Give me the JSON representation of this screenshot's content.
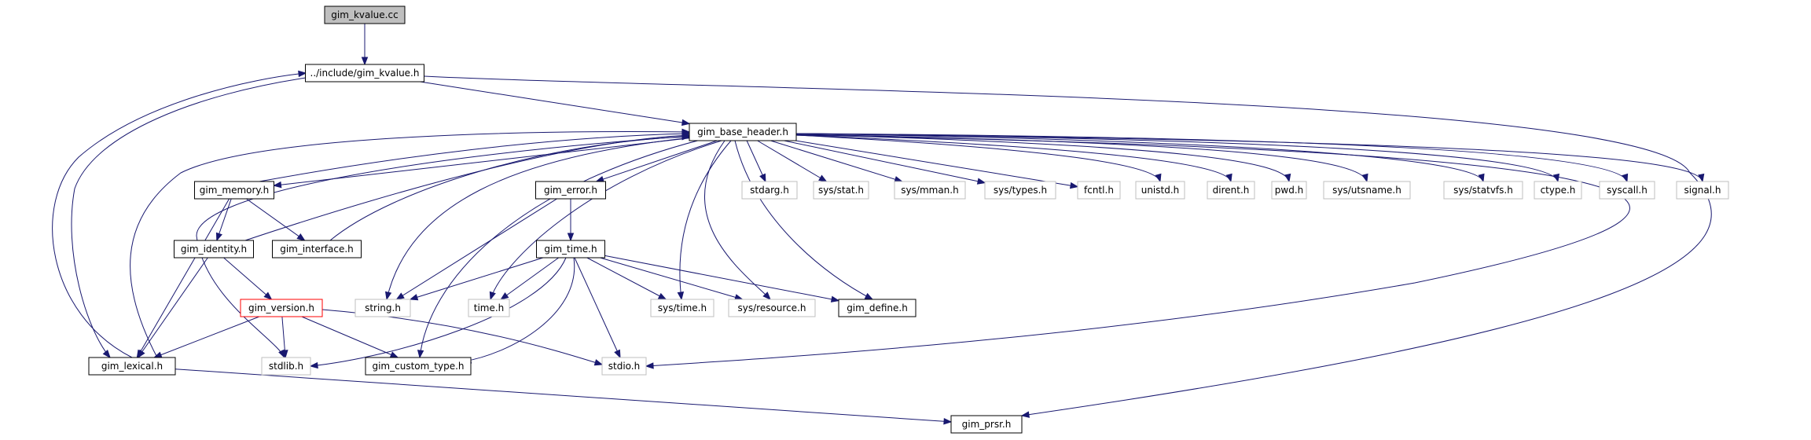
{
  "colors": {
    "root_fill": "#bfbfbf",
    "documented_border": "#000000",
    "external_border": "#bfbfbf",
    "truncated_border": "#ff0000",
    "edge": "#191970",
    "text": "#000000"
  },
  "nodes": [
    {
      "id": "kvalue_cc",
      "label": "gim_kvalue.cc",
      "kind": "root"
    },
    {
      "id": "kvalue_h",
      "label": "../include/gim_kvalue.h",
      "kind": "documented"
    },
    {
      "id": "base",
      "label": "gim_base_header.h",
      "kind": "documented"
    },
    {
      "id": "memory",
      "label": "gim_memory.h",
      "kind": "documented"
    },
    {
      "id": "error",
      "label": "gim_error.h",
      "kind": "documented"
    },
    {
      "id": "stdarg",
      "label": "stdarg.h",
      "kind": "external"
    },
    {
      "id": "sysstat",
      "label": "sys/stat.h",
      "kind": "external"
    },
    {
      "id": "mman",
      "label": "sys/mman.h",
      "kind": "external"
    },
    {
      "id": "types",
      "label": "sys/types.h",
      "kind": "external"
    },
    {
      "id": "fcntl",
      "label": "fcntl.h",
      "kind": "external"
    },
    {
      "id": "unistd",
      "label": "unistd.h",
      "kind": "external"
    },
    {
      "id": "dirent",
      "label": "dirent.h",
      "kind": "external"
    },
    {
      "id": "pwd",
      "label": "pwd.h",
      "kind": "external"
    },
    {
      "id": "utsname",
      "label": "sys/utsname.h",
      "kind": "external"
    },
    {
      "id": "statvfs",
      "label": "sys/statvfs.h",
      "kind": "external"
    },
    {
      "id": "ctype",
      "label": "ctype.h",
      "kind": "external"
    },
    {
      "id": "syscall",
      "label": "syscall.h",
      "kind": "external"
    },
    {
      "id": "signal",
      "label": "signal.h",
      "kind": "external"
    },
    {
      "id": "identity",
      "label": "gim_identity.h",
      "kind": "documented"
    },
    {
      "id": "interface",
      "label": "gim_interface.h",
      "kind": "documented"
    },
    {
      "id": "time_h",
      "label": "gim_time.h",
      "kind": "documented"
    },
    {
      "id": "version",
      "label": "gim_version.h",
      "kind": "truncated"
    },
    {
      "id": "string",
      "label": "string.h",
      "kind": "external"
    },
    {
      "id": "time",
      "label": "time.h",
      "kind": "external"
    },
    {
      "id": "systime",
      "label": "sys/time.h",
      "kind": "external"
    },
    {
      "id": "resource",
      "label": "sys/resource.h",
      "kind": "external"
    },
    {
      "id": "define",
      "label": "gim_define.h",
      "kind": "documented"
    },
    {
      "id": "lexical",
      "label": "gim_lexical.h",
      "kind": "documented"
    },
    {
      "id": "stdlib",
      "label": "stdlib.h",
      "kind": "external"
    },
    {
      "id": "custom",
      "label": "gim_custom_type.h",
      "kind": "documented"
    },
    {
      "id": "stdio",
      "label": "stdio.h",
      "kind": "external"
    },
    {
      "id": "prsr",
      "label": "gim_prsr.h",
      "kind": "documented"
    }
  ],
  "edges": [
    [
      "kvalue_cc",
      "kvalue_h"
    ],
    [
      "kvalue_h",
      "base"
    ],
    [
      "kvalue_h",
      "lexical"
    ],
    [
      "kvalue_h",
      "prsr"
    ],
    [
      "base",
      "memory"
    ],
    [
      "base",
      "error"
    ],
    [
      "base",
      "stdarg"
    ],
    [
      "base",
      "sysstat"
    ],
    [
      "base",
      "mman"
    ],
    [
      "base",
      "types"
    ],
    [
      "base",
      "fcntl"
    ],
    [
      "base",
      "unistd"
    ],
    [
      "base",
      "dirent"
    ],
    [
      "base",
      "pwd"
    ],
    [
      "base",
      "utsname"
    ],
    [
      "base",
      "statvfs"
    ],
    [
      "base",
      "ctype"
    ],
    [
      "base",
      "syscall"
    ],
    [
      "base",
      "signal"
    ],
    [
      "base",
      "string"
    ],
    [
      "base",
      "time"
    ],
    [
      "base",
      "systime"
    ],
    [
      "base",
      "resource"
    ],
    [
      "base",
      "define"
    ],
    [
      "base",
      "stdlib"
    ],
    [
      "base",
      "custom"
    ],
    [
      "base",
      "stdio"
    ],
    [
      "memory",
      "base"
    ],
    [
      "memory",
      "identity"
    ],
    [
      "memory",
      "interface"
    ],
    [
      "memory",
      "lexical"
    ],
    [
      "identity",
      "base"
    ],
    [
      "identity",
      "version"
    ],
    [
      "identity",
      "lexical"
    ],
    [
      "interface",
      "base"
    ],
    [
      "error",
      "time_h"
    ],
    [
      "error",
      "string"
    ],
    [
      "time_h",
      "string"
    ],
    [
      "time_h",
      "time"
    ],
    [
      "time_h",
      "systime"
    ],
    [
      "time_h",
      "resource"
    ],
    [
      "time_h",
      "define"
    ],
    [
      "time_h",
      "stdio"
    ],
    [
      "time_h",
      "stdlib"
    ],
    [
      "time_h",
      "custom"
    ],
    [
      "version",
      "lexical"
    ],
    [
      "version",
      "stdlib"
    ],
    [
      "version",
      "custom"
    ],
    [
      "version",
      "stdio"
    ],
    [
      "lexical",
      "base"
    ],
    [
      "lexical",
      "kvalue_h"
    ],
    [
      "lexical",
      "prsr"
    ]
  ]
}
